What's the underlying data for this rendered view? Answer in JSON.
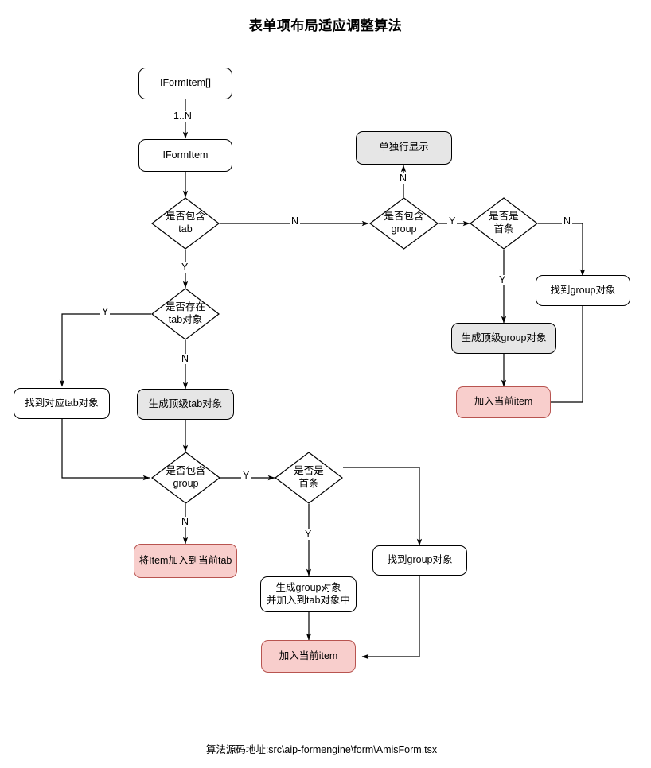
{
  "title": "表单项布局适应调整算法",
  "footer": "算法源码地址:src\\aip-formengine\\form\\AmisForm.tsx",
  "colors": {
    "node_fill_default": "#ffffff",
    "node_fill_gray": "#e6e6e6",
    "node_fill_pink": "#f8cecc",
    "node_stroke_default": "#000000",
    "node_stroke_pink": "#b85450",
    "edge_stroke": "#000000",
    "background": "#ffffff"
  },
  "chart_data": {
    "type": "diagram",
    "title": "表单项布局适应调整算法",
    "nodes": [
      {
        "id": "n_iformitem_array",
        "label": "IFormItem[]",
        "shape": "rounded-rect",
        "style": "default"
      },
      {
        "id": "n_iformitem",
        "label": "IFormItem",
        "shape": "rounded-rect",
        "style": "default"
      },
      {
        "id": "d_has_tab",
        "label": "是否包含\ntab",
        "shape": "diamond",
        "style": "default"
      },
      {
        "id": "d_has_group_top",
        "label": "是否包含\ngroup",
        "shape": "diamond",
        "style": "default"
      },
      {
        "id": "n_single_row",
        "label": "单独行显示",
        "shape": "rounded-rect",
        "style": "gray"
      },
      {
        "id": "d_is_first_top",
        "label": "是否是\n首条",
        "shape": "diamond",
        "style": "default"
      },
      {
        "id": "n_find_group_top",
        "label": "找到group对象",
        "shape": "rounded-rect",
        "style": "default"
      },
      {
        "id": "n_create_top_group",
        "label": "生成顶级group对象",
        "shape": "rounded-rect",
        "style": "gray"
      },
      {
        "id": "n_add_item_top",
        "label": "加入当前item",
        "shape": "rounded-rect",
        "style": "pink"
      },
      {
        "id": "d_tab_exists",
        "label": "是否存在\ntab对象",
        "shape": "diamond",
        "style": "default"
      },
      {
        "id": "n_find_tab",
        "label": "找到对应tab对象",
        "shape": "rounded-rect",
        "style": "default"
      },
      {
        "id": "n_create_top_tab",
        "label": "生成顶级tab对象",
        "shape": "rounded-rect",
        "style": "gray"
      },
      {
        "id": "d_has_group_bottom",
        "label": "是否包含\ngroup",
        "shape": "diamond",
        "style": "default"
      },
      {
        "id": "n_add_item_to_tab",
        "label": "将Item加入到当前tab",
        "shape": "rounded-rect",
        "style": "pink"
      },
      {
        "id": "d_is_first_bottom",
        "label": "是否是\n首条",
        "shape": "diamond",
        "style": "default"
      },
      {
        "id": "n_find_group_bottom",
        "label": "找到group对象",
        "shape": "rounded-rect",
        "style": "default"
      },
      {
        "id": "n_create_group_to_tab",
        "label": "生成group对象\n并加入到tab对象中",
        "shape": "rounded-rect",
        "style": "default"
      },
      {
        "id": "n_add_item_bottom",
        "label": "加入当前item",
        "shape": "rounded-rect",
        "style": "pink"
      }
    ],
    "edges": [
      {
        "from": "n_iformitem_array",
        "to": "n_iformitem",
        "label": "1..N"
      },
      {
        "from": "n_iformitem",
        "to": "d_has_tab",
        "label": ""
      },
      {
        "from": "d_has_tab",
        "to": "d_has_group_top",
        "label": "N"
      },
      {
        "from": "d_has_tab",
        "to": "d_tab_exists",
        "label": "Y"
      },
      {
        "from": "d_has_group_top",
        "to": "n_single_row",
        "label": "N"
      },
      {
        "from": "d_has_group_top",
        "to": "d_is_first_top",
        "label": "Y"
      },
      {
        "from": "d_is_first_top",
        "to": "n_find_group_top",
        "label": "N"
      },
      {
        "from": "d_is_first_top",
        "to": "n_create_top_group",
        "label": "Y"
      },
      {
        "from": "n_create_top_group",
        "to": "n_add_item_top",
        "label": ""
      },
      {
        "from": "n_find_group_top",
        "to": "n_add_item_top",
        "label": ""
      },
      {
        "from": "d_tab_exists",
        "to": "n_find_tab",
        "label": "Y"
      },
      {
        "from": "d_tab_exists",
        "to": "n_create_top_tab",
        "label": "N"
      },
      {
        "from": "n_find_tab",
        "to": "d_has_group_bottom",
        "label": ""
      },
      {
        "from": "n_create_top_tab",
        "to": "d_has_group_bottom",
        "label": ""
      },
      {
        "from": "d_has_group_bottom",
        "to": "n_add_item_to_tab",
        "label": "N"
      },
      {
        "from": "d_has_group_bottom",
        "to": "d_is_first_bottom",
        "label": "Y"
      },
      {
        "from": "d_is_first_bottom",
        "to": "n_create_group_to_tab",
        "label": "Y"
      },
      {
        "from": "d_is_first_bottom",
        "to": "n_find_group_bottom",
        "label": ""
      },
      {
        "from": "n_create_group_to_tab",
        "to": "n_add_item_bottom",
        "label": ""
      },
      {
        "from": "n_find_group_bottom",
        "to": "n_add_item_bottom",
        "label": ""
      }
    ],
    "edge_labels": {
      "one_to_n": "1..N",
      "yes": "Y",
      "no": "N"
    }
  }
}
